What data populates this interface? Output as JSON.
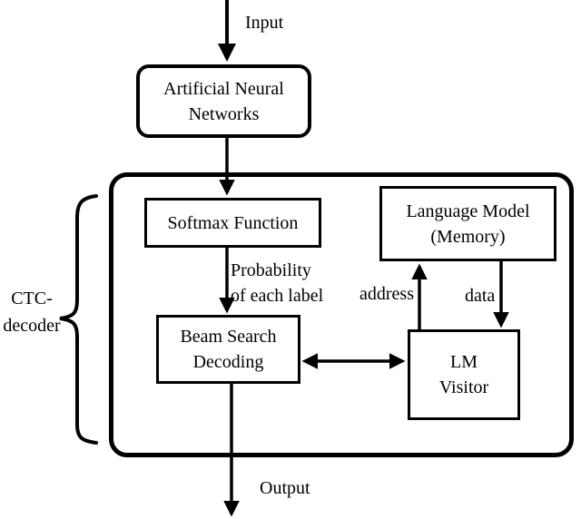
{
  "nodes": {
    "ann": {
      "line1": "Artificial Neural",
      "line2": "Networks"
    },
    "softmax": {
      "line1": "Softmax Function"
    },
    "beam": {
      "line1": "Beam Search",
      "line2": "Decoding"
    },
    "language_model": {
      "line1": "Language Model",
      "line2": "(Memory)"
    },
    "lm_visitor": {
      "line1": "LM",
      "line2": "Visitor"
    }
  },
  "edges": {
    "input": "Input",
    "output": "Output",
    "probability": {
      "line1": "Probability",
      "line2": "of each label"
    },
    "address": "address",
    "data": "data"
  },
  "group": {
    "line1": "CTC-",
    "line2": "decoder"
  },
  "colors": {
    "stroke": "#000000",
    "background": "#ffffff"
  }
}
